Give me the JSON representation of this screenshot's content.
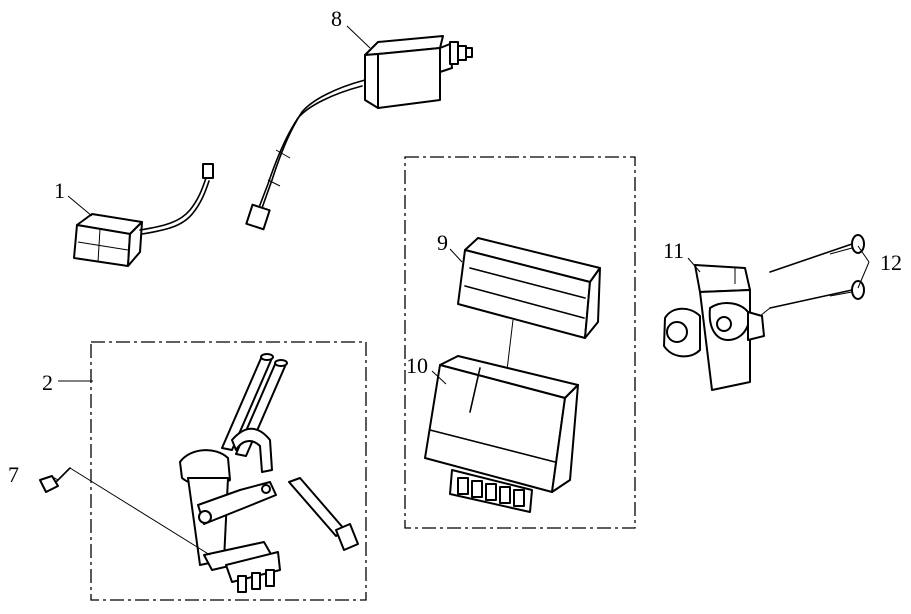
{
  "callouts": {
    "p1": "1",
    "p2": "2",
    "p7": "7",
    "p8": "8",
    "p9": "9",
    "p10": "10",
    "p11": "11",
    "p12": "12"
  }
}
